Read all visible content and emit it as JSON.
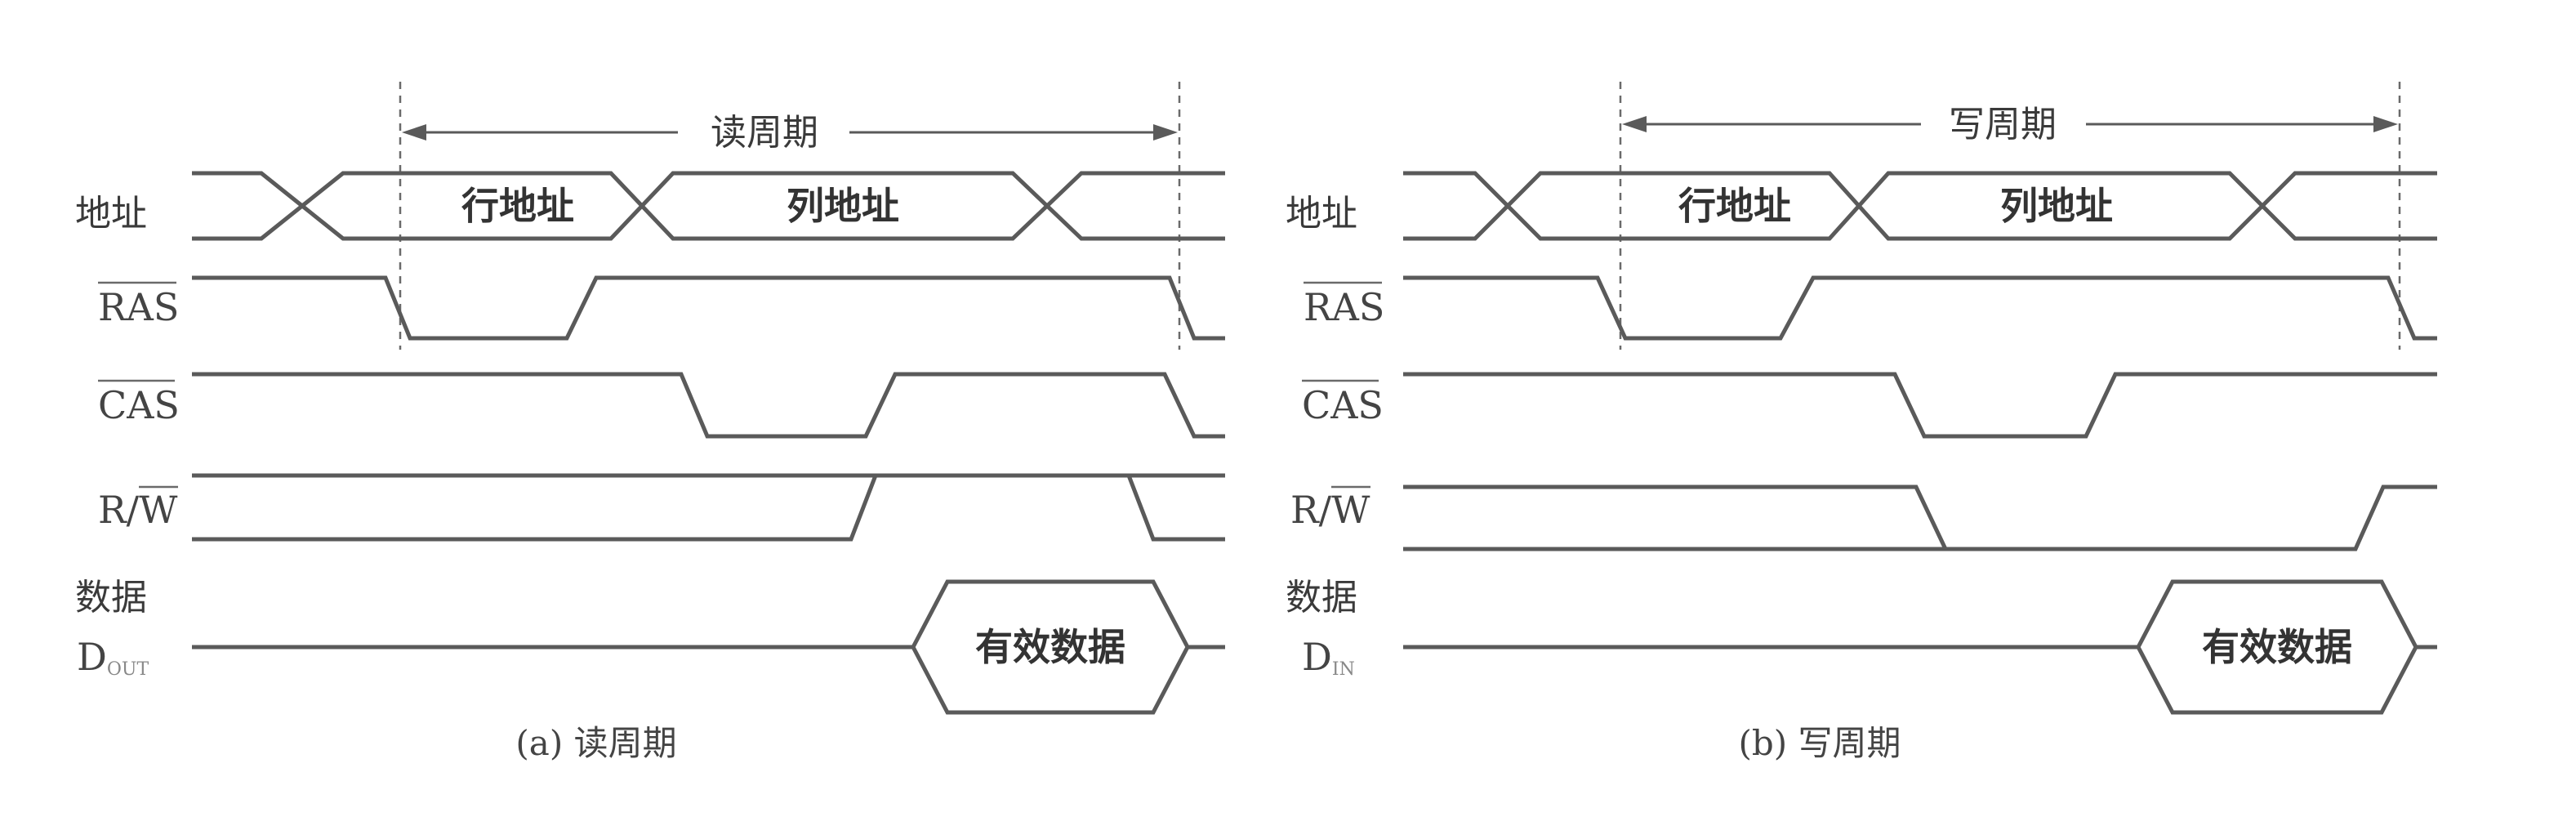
{
  "panels": [
    {
      "id": "read",
      "period_label": "读周期",
      "caption": "(a) 读周期",
      "signals": {
        "address": "地址",
        "ras": "RAS",
        "cas": "CAS",
        "rw_r": "R/",
        "rw_w": "W",
        "data_top": "数据",
        "data_d": "D",
        "data_sub": "OUT"
      },
      "row_address": "行地址",
      "col_address": "列地址",
      "valid_data": "有效数据"
    },
    {
      "id": "write",
      "period_label": "写周期",
      "caption": "(b) 写周期",
      "signals": {
        "address": "地址",
        "ras": "RAS",
        "cas": "CAS",
        "rw_r": "R/",
        "rw_w": "W",
        "data_top": "数据",
        "data_d": "D",
        "data_sub": "IN"
      },
      "row_address": "行地址",
      "col_address": "列地址",
      "valid_data": "有效数据"
    }
  ]
}
